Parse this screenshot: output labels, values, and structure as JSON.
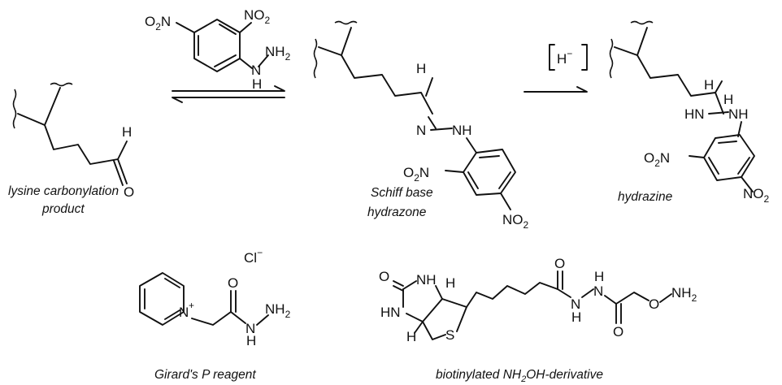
{
  "reagent": {
    "o2n_left": "O",
    "o2n_left_sub": "2",
    "o2n_left_n": "N",
    "no2_right_n": "NO",
    "no2_right_sub": "2",
    "nh2": "NH",
    "nh2_sub": "2",
    "n_h": "N",
    "h": "H"
  },
  "reduction": {
    "bracket_label": "H",
    "bracket_sup": "−"
  },
  "captions": {
    "lysine_line1": "lysine carbonylation",
    "lysine_line2": "product",
    "schiff_line1": "Schiff base",
    "schiff_line2": "hydrazone",
    "hydrazine": "hydrazine",
    "girard": "Girard's P reagent",
    "biotin_pre": "biotinylated NH",
    "biotin_sub": "2",
    "biotin_post": "OH-derivative"
  },
  "atoms": {
    "H": "H",
    "O": "O",
    "N": "N",
    "NH": "NH",
    "HN": "HN",
    "O2N_O": "O",
    "O2N_sub": "2",
    "O2N_N": "N",
    "NO2": "NO",
    "NO2_sub": "2",
    "S": "S",
    "Cl": "Cl",
    "Cl_sup": "−",
    "plus": "+",
    "NH2": "NH",
    "NH2_sub": "2"
  }
}
